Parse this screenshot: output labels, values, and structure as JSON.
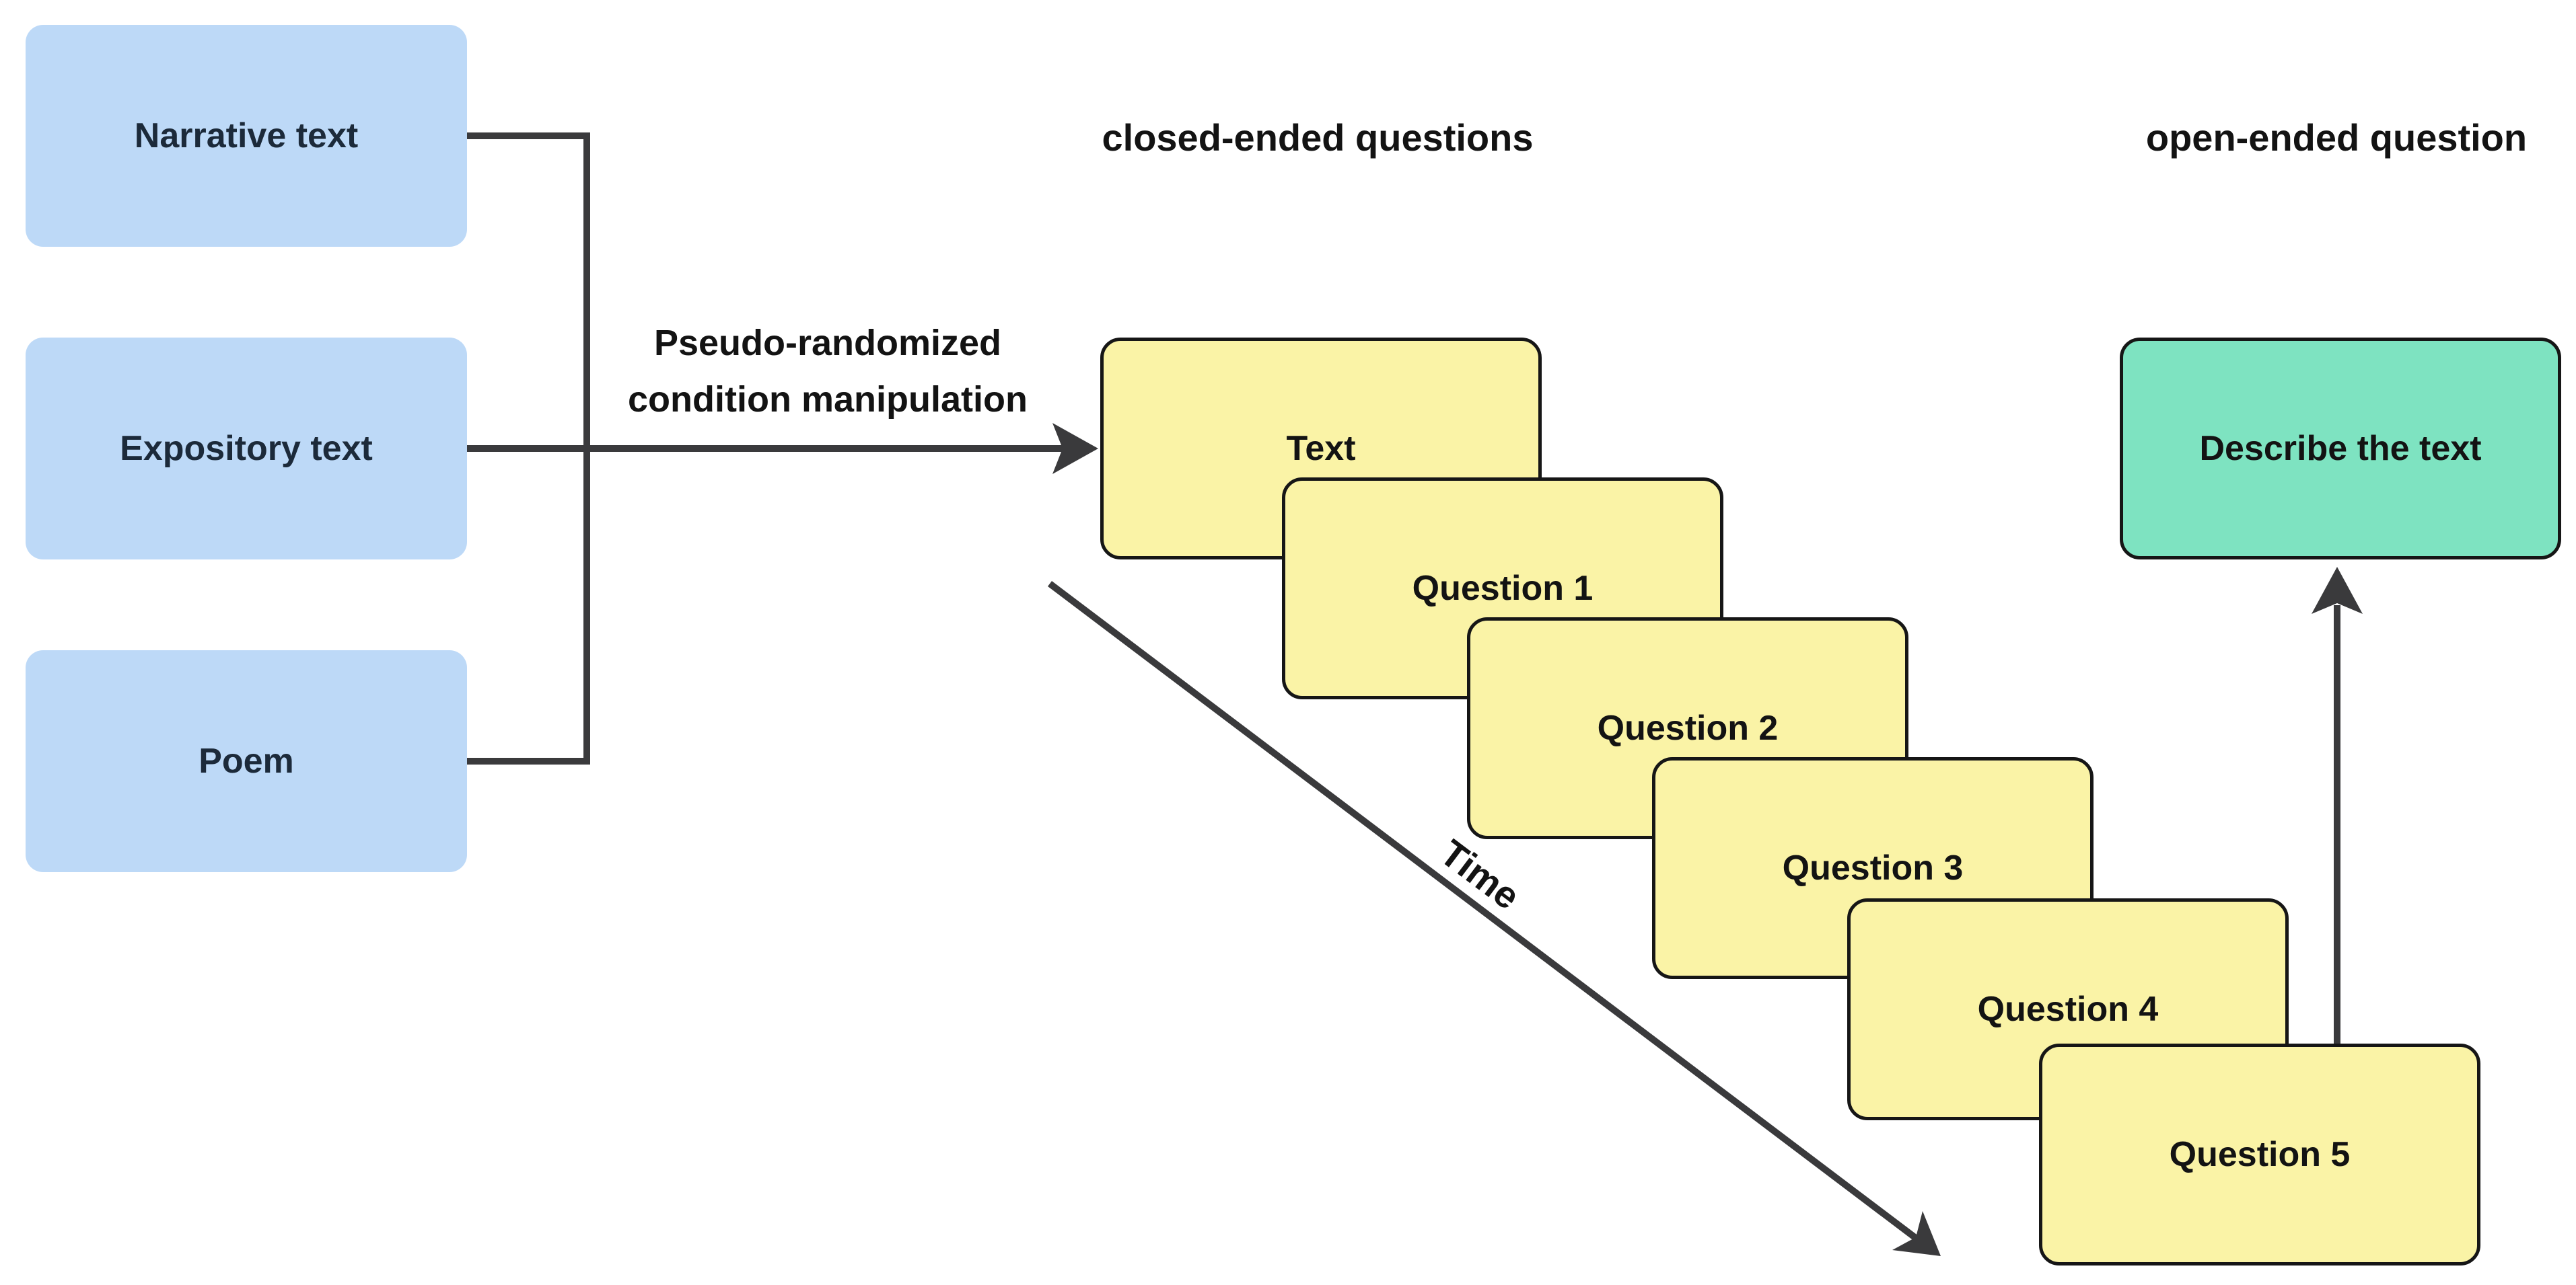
{
  "headers": {
    "closed": "closed-ended questions",
    "open": "open-ended question"
  },
  "flow_arrow": {
    "label_line1": "Pseudo-randomized",
    "label_line2": "condition manipulation"
  },
  "time_arrow": {
    "label": "Time"
  },
  "stimuli": [
    {
      "label": "Narrative text"
    },
    {
      "label": "Expository text"
    },
    {
      "label": "Poem"
    }
  ],
  "trial_sequence": [
    {
      "label": "Text"
    },
    {
      "label": "Question 1"
    },
    {
      "label": "Question 2"
    },
    {
      "label": "Question 3"
    },
    {
      "label": "Question 4"
    },
    {
      "label": "Question 5"
    }
  ],
  "final_task": {
    "label": "Describe the text"
  },
  "colors": {
    "blue_box_fill": "#BDD9F7",
    "yellow_box_fill": "#FAF3A6",
    "green_box_fill": "#7EE3C1",
    "connector_line": "#3A3A3C",
    "box_border": "#161616",
    "blue_box_text": "#1C2A3A",
    "text": "#131313",
    "background": "#FFFFFF"
  }
}
